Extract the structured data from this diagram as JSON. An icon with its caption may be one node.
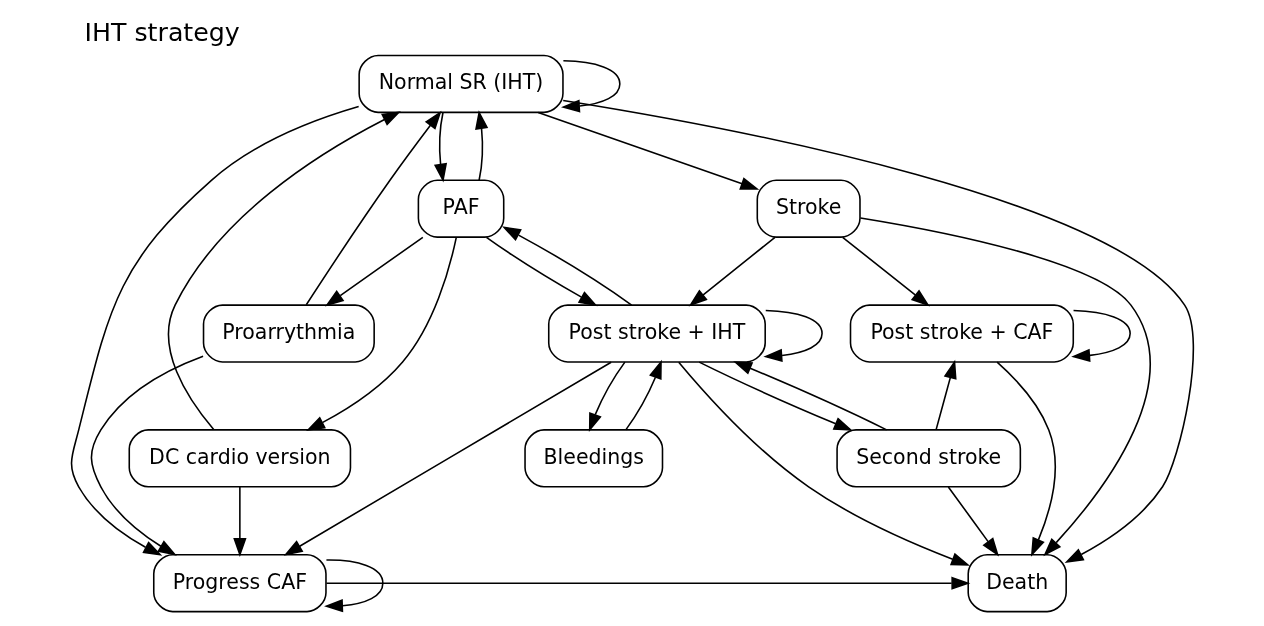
{
  "diagram": {
    "title": "IHT strategy",
    "nodes": [
      {
        "text": [
          "Normal SR (IHT)"
        ]
      },
      {
        "text": [
          "Stroke"
        ]
      },
      {
        "text": [
          "PAF"
        ]
      },
      {
        "text": [
          "Post stroke + CAF"
        ]
      },
      {
        "text": [
          "Post stroke + IHT"
        ]
      },
      {
        "text": [
          "Proarrythmia"
        ]
      },
      {
        "text": [
          "DC cardio version"
        ]
      },
      {
        "text": [
          "Second stroke"
        ]
      },
      {
        "text": [
          "Bleedings"
        ]
      },
      {
        "text": [
          "Progress CAF"
        ]
      },
      {
        "text": [
          "Death"
        ]
      }
    ],
    "edges": [
      {
        "from": 0,
        "to": 0,
        "arrow": "to"
      },
      {
        "from": 0,
        "to": 10,
        "arrow": "to"
      },
      {
        "from": 0,
        "to": 1,
        "arrow": "to"
      },
      {
        "from": 0,
        "to": 2,
        "arrow": "to"
      },
      {
        "from": 2,
        "to": 0,
        "arrow": "to"
      },
      {
        "from": 5,
        "to": 0,
        "arrow": "to"
      },
      {
        "from": 6,
        "to": 0,
        "arrow": "to"
      },
      {
        "from": 0,
        "to": 9,
        "arrow": "to"
      },
      {
        "from": 1,
        "to": 10,
        "arrow": "to"
      },
      {
        "from": 1,
        "to": 3,
        "arrow": "to"
      },
      {
        "from": 1,
        "to": 4,
        "arrow": "to"
      },
      {
        "from": 4,
        "to": 2,
        "arrow": "to"
      },
      {
        "from": 2,
        "to": 4,
        "arrow": "to"
      },
      {
        "from": 2,
        "to": 5,
        "arrow": "to"
      },
      {
        "from": 2,
        "to": 6,
        "arrow": "to"
      },
      {
        "from": 3,
        "to": 3,
        "arrow": "to"
      },
      {
        "from": 4,
        "to": 4,
        "arrow": "to"
      },
      {
        "from": 3,
        "to": 10,
        "arrow": "to"
      },
      {
        "from": 7,
        "to": 3,
        "arrow": "to"
      },
      {
        "from": 7,
        "to": 10,
        "arrow": "to"
      },
      {
        "from": 7,
        "to": 4,
        "arrow": "to"
      },
      {
        "from": 4,
        "to": 7,
        "arrow": "to"
      },
      {
        "from": 4,
        "to": 8,
        "arrow": "to"
      },
      {
        "from": 8,
        "to": 4,
        "arrow": "to"
      },
      {
        "from": 4,
        "to": 10,
        "arrow": "to"
      },
      {
        "from": 4,
        "to": 9,
        "arrow": "to"
      },
      {
        "from": 5,
        "to": 9,
        "arrow": "to"
      },
      {
        "from": 6,
        "to": 9,
        "arrow": "to"
      },
      {
        "from": 9,
        "to": 9,
        "arrow": "to"
      },
      {
        "from": 9,
        "to": 10,
        "arrow": "to"
      }
    ]
  }
}
